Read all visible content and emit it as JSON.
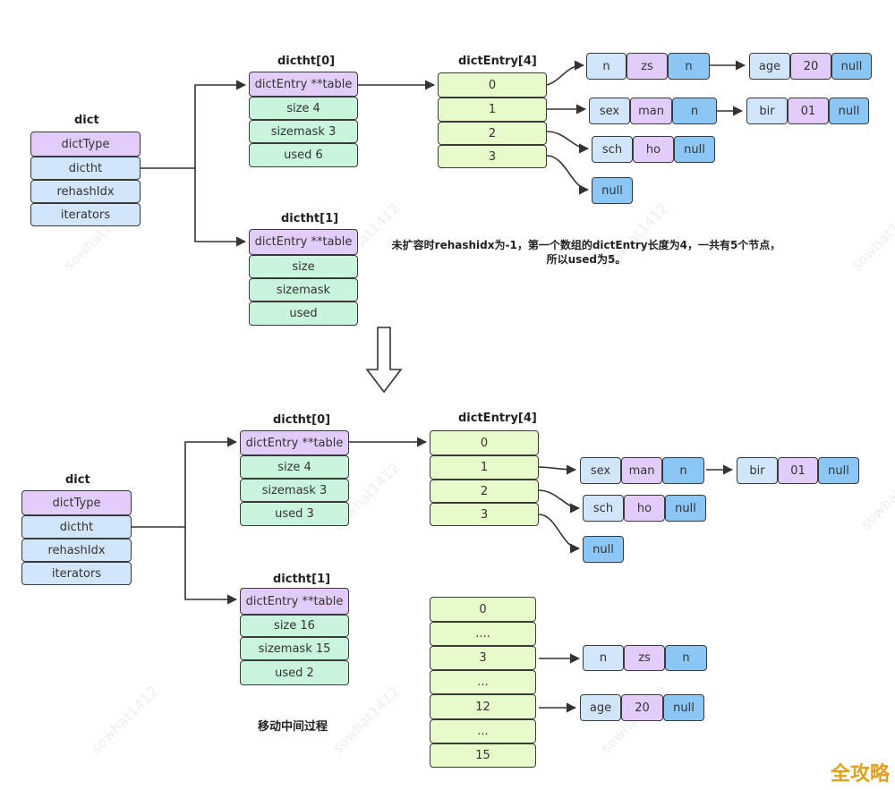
{
  "watermark": "sowhat1412",
  "top": {
    "dict": {
      "title": "dict",
      "fields": [
        "dictType",
        "dictht",
        "rehashIdx",
        "iterators"
      ]
    },
    "ht0": {
      "title": "dictht[0]",
      "fields": [
        "dictEntry **table",
        "size 4",
        "sizemask 3",
        "used 6"
      ]
    },
    "ht1": {
      "title": "dictht[1]",
      "fields": [
        "dictEntry **table",
        "size",
        "sizemask",
        "used"
      ]
    },
    "entries": {
      "title": "dictEntry[4]",
      "slots": [
        "0",
        "1",
        "2",
        "3"
      ]
    },
    "chains": [
      [
        "n",
        "zs",
        "n"
      ],
      [
        "age",
        "20",
        "null"
      ],
      [
        "sex",
        "man",
        "n"
      ],
      [
        "bir",
        "01",
        "null"
      ],
      [
        "sch",
        "ho",
        "null"
      ],
      [
        "null"
      ]
    ],
    "note_line1": "未扩容时rehashidx为-1，第一个数组的dictEntry长度为4，一共有5个节点，",
    "note_line2": "所以used为5。"
  },
  "bottom": {
    "dict": {
      "title": "dict",
      "fields": [
        "dictType",
        "dictht",
        "rehashIdx",
        "iterators"
      ]
    },
    "ht0": {
      "title": "dictht[0]",
      "fields": [
        "dictEntry **table",
        "size 4",
        "sizemask 3",
        "used 3"
      ]
    },
    "ht1": {
      "title": "dictht[1]",
      "fields": [
        "dictEntry **table",
        "size 16",
        "sizemask 15",
        "used 2"
      ]
    },
    "entries": {
      "title": "dictEntry[4]",
      "slots": [
        "0",
        "1",
        "2",
        "3"
      ]
    },
    "chains": [
      [
        "sex",
        "man",
        "n"
      ],
      [
        "bir",
        "01",
        "null"
      ],
      [
        "sch",
        "ho",
        "null"
      ],
      [
        "null"
      ],
      [
        "n",
        "zs",
        "n"
      ],
      [
        "age",
        "20",
        "null"
      ]
    ],
    "entries16": [
      "0",
      "....",
      "3",
      "...",
      "12",
      "...",
      "15"
    ],
    "caption": "移动中间过程"
  },
  "brand": "全攻略"
}
